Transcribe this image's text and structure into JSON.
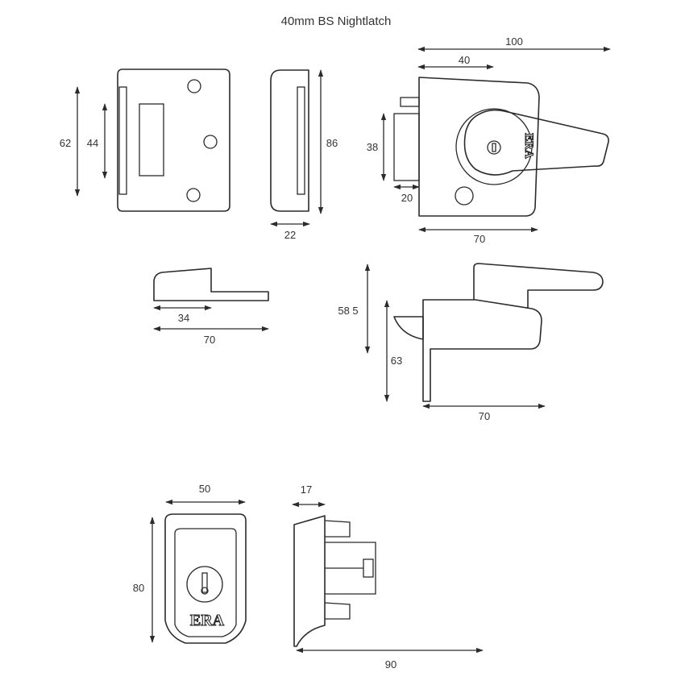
{
  "title": "40mm BS Nightlatch",
  "brand": "ERA",
  "views": {
    "backplate": {
      "height_outer": "62",
      "height_inner": "44"
    },
    "backplate_side": {
      "height": "86",
      "depth": "22"
    },
    "latch_front": {
      "overall_width": "100",
      "backset": "40",
      "cylinder_height": "38",
      "bolt_throw": "20",
      "case_width": "70"
    },
    "staple_top": {
      "inner": "34",
      "overall": "70"
    },
    "latch_side": {
      "handle_height": "58 5",
      "case_height": "63",
      "case_width": "70"
    },
    "cylinder_front": {
      "width": "50",
      "height": "80"
    },
    "cylinder_side": {
      "rose_depth": "17",
      "overall_length": "90"
    }
  }
}
